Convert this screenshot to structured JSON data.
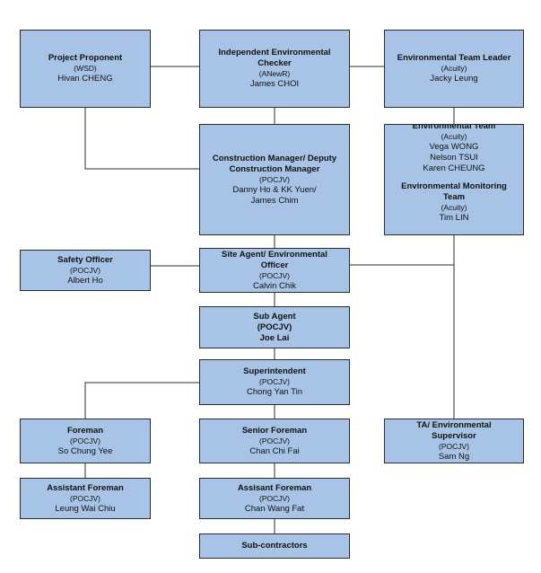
{
  "boxes": {
    "project_proponent": {
      "title": "Project Proponent",
      "org": "(WSD)",
      "name": "Hivan CHENG"
    },
    "iec": {
      "title": "Independent Environmental Checker",
      "org": "(ANewR)",
      "name": "James CHOI"
    },
    "etl": {
      "title": "Environmental Team Leader",
      "org": "(Acuity)",
      "name": "Jacky Leung"
    },
    "construction_manager": {
      "title": "Construction Manager/ Deputy Construction Manager",
      "org": "(POCJV)",
      "name1": "Danny Ho & KK Yuen/",
      "name2": "James Chim"
    },
    "env_team": {
      "title": "Environmental Team",
      "org": "(Acuity)",
      "members": [
        "Vega WONG",
        "Nelson TSUI",
        "Karen CHEUNG"
      ],
      "monitor_title": "Environmental Monitoring Team",
      "monitor_org": "(Acuity)",
      "monitor_name": "Tim LIN"
    },
    "safety_officer": {
      "title": "Safety Officer",
      "org": "(POCJV)",
      "name": "Albert Ho"
    },
    "site_agent": {
      "title": "Site Agent/  Environmental Officer",
      "org": "(POCJV)",
      "name": "Calvin Chik"
    },
    "sub_agent": {
      "title": "Sub Agent",
      "org": "(POCJV)",
      "name": "Joe Lai"
    },
    "superintendent": {
      "title": "Superintendent",
      "org": "(POCJV)",
      "name": "Chong Yan Tin"
    },
    "foreman": {
      "title": "Foreman",
      "org": "(POCJV)",
      "name": "So Chung Yee"
    },
    "senior_foreman": {
      "title": "Senior Foreman",
      "org": "(POCJV)",
      "name": "Chan Chi Fai"
    },
    "ta_supervisor": {
      "title": "TA/ Environmental Supervisor",
      "org": "(POCJV)",
      "name": "Sam Ng"
    },
    "assistant_foreman_left": {
      "title": "Assistant Foreman",
      "org": "(POCJV)",
      "name": "Leung Wai Chiu"
    },
    "assistant_foreman_mid": {
      "title": "Assisant Foreman",
      "org": "(POCJV)",
      "name": "Chan Wang Fat"
    },
    "sub_contractors": {
      "title": "Sub-contractors"
    }
  },
  "colors": {
    "box_fill": "#a7c4e6",
    "line": "#2b2b2b"
  }
}
